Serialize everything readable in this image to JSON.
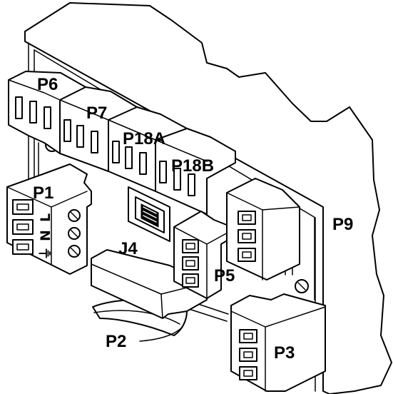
{
  "labels": {
    "p1": "P1",
    "p2": "P2",
    "p3": "P3",
    "p5": "P5",
    "p6": "P6",
    "p7": "P7",
    "p9": "P9",
    "p18a": "P18A",
    "p18b": "P18B",
    "j4": "J4"
  },
  "p1_terminal_marks": {
    "line": "L",
    "neutral": "N",
    "earth": "⏚"
  },
  "colors": {
    "line": "#000000",
    "background": "#ffffff"
  }
}
